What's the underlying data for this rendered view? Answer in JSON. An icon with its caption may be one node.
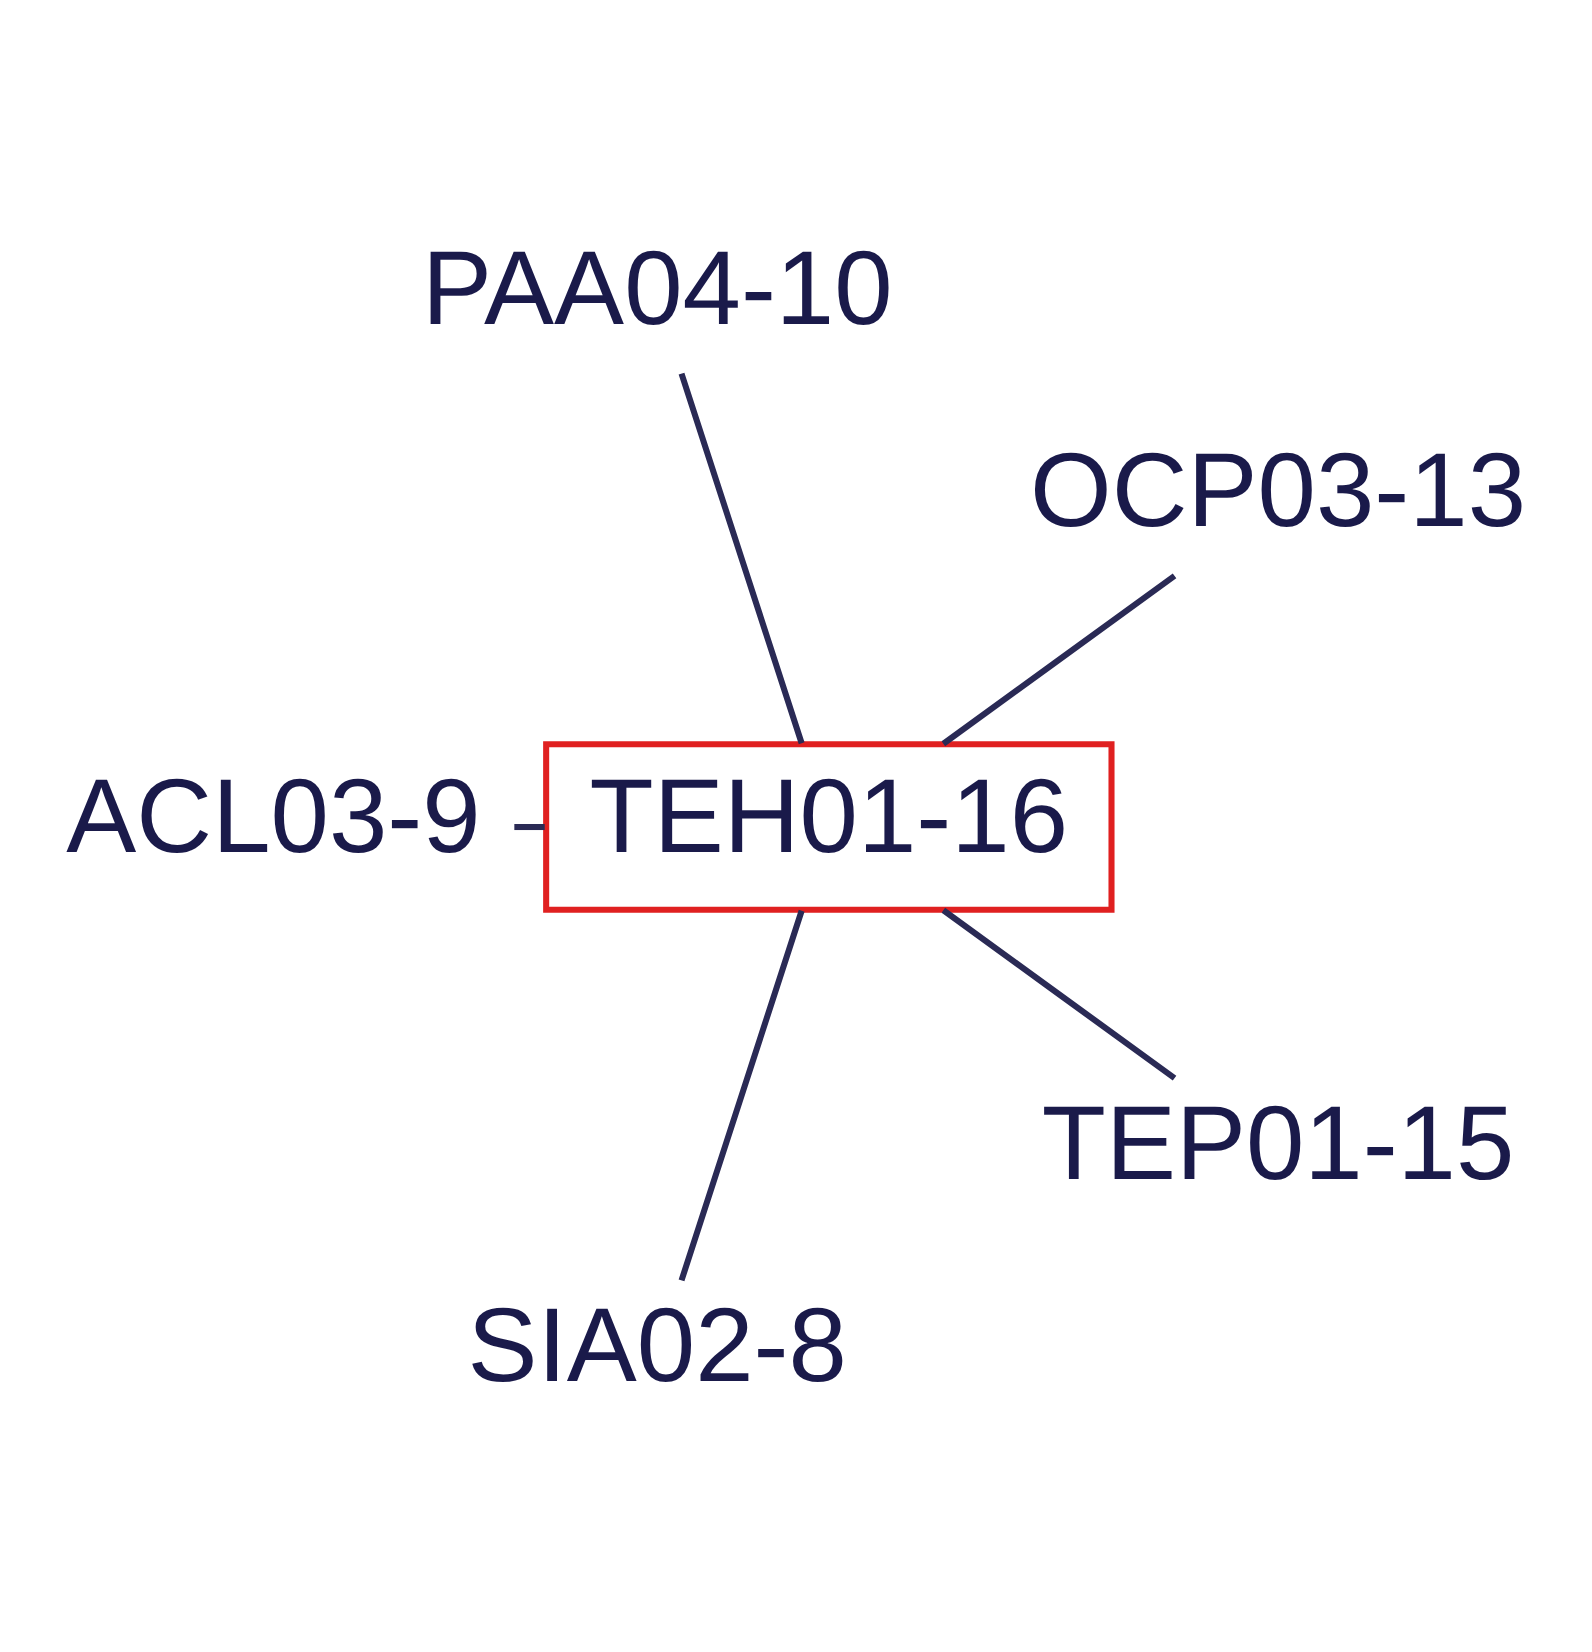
{
  "diagram": {
    "nodes": [
      {
        "text": [
          "OCP03-13"
        ]
      },
      {
        "text": [
          "PAA04-10"
        ]
      },
      {
        "text": [
          "ACL03-9"
        ]
      },
      {
        "text": [
          "TEH01-16"
        ]
      },
      {
        "text": [
          "SIA02-8"
        ]
      },
      {
        "text": [
          "TEP01-15"
        ]
      }
    ],
    "edges": [
      {
        "from": 3,
        "to": 0,
        "arrow": "none"
      },
      {
        "from": 3,
        "to": 1,
        "arrow": "none"
      },
      {
        "from": 3,
        "to": 2,
        "arrow": "none"
      },
      {
        "from": 3,
        "to": 4,
        "arrow": "none"
      },
      {
        "from": 3,
        "to": 5,
        "arrow": "none"
      }
    ]
  }
}
